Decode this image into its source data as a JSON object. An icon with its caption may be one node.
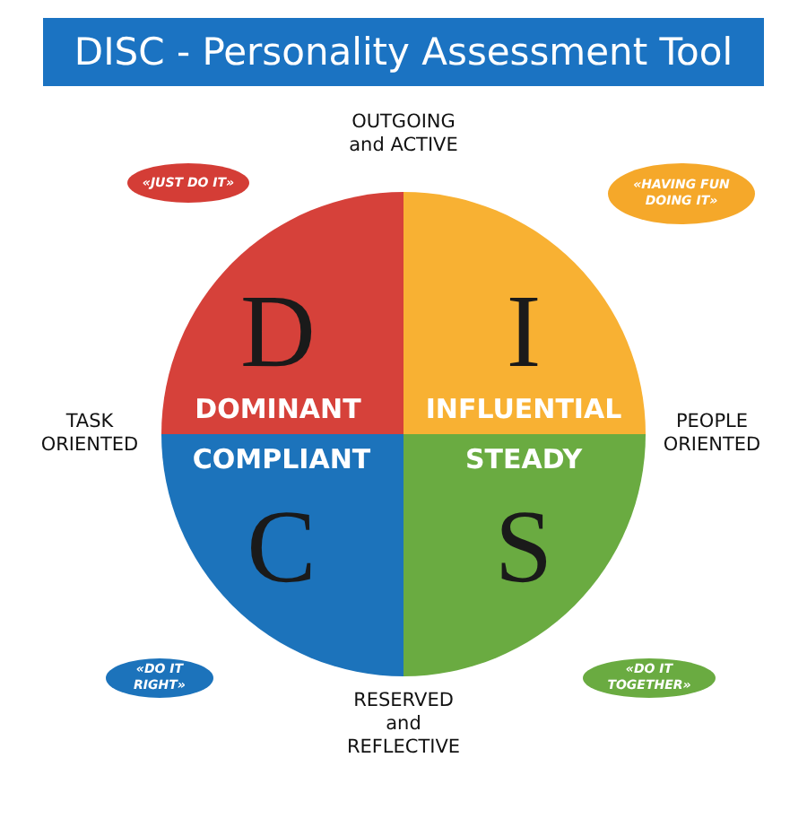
{
  "diagram": {
    "title": "DISC - Personality Assessment Tool",
    "nodes": [
      {
        "text": [
          "«JUST DO IT»"
        ]
      },
      {
        "text": [
          "«HAVING FUN DOING IT»"
        ]
      },
      {
        "text": [
          "D",
          "DOMINANT"
        ]
      },
      {
        "text": [
          "I",
          "INFLUENTIAL"
        ]
      },
      {
        "text": [
          "COMPLIANT",
          "C"
        ]
      },
      {
        "text": [
          "STEADY",
          "S"
        ]
      },
      {
        "text": [
          "«DO IT RIGHT»"
        ]
      },
      {
        "text": [
          "«DO IT TOGETHER»"
        ]
      }
    ],
    "labels": [
      "OUTGOING and ACTIVE",
      "TASK ORIENTED",
      "PEOPLE ORIENTED",
      "RESERVED and REFLECTIVE"
    ]
  }
}
